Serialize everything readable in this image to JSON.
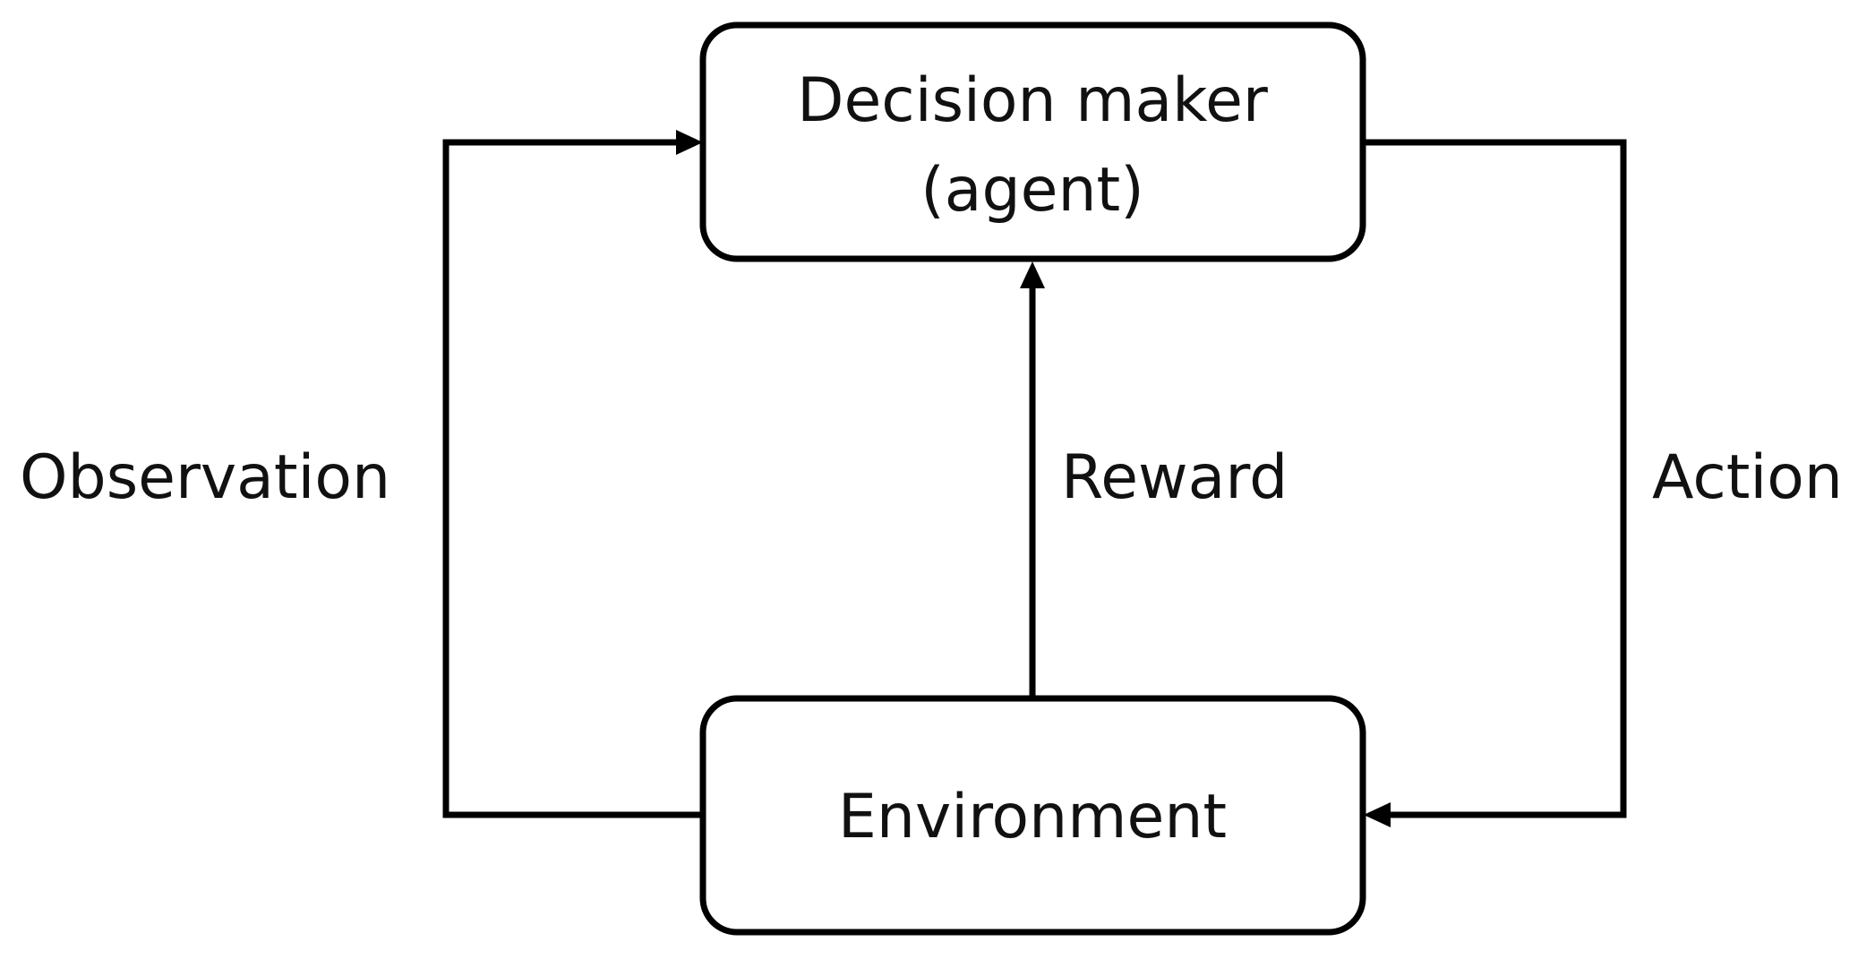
{
  "nodes": {
    "agent": {
      "line1": "Decision maker",
      "line2": "(agent)"
    },
    "environment": {
      "label": "Environment"
    }
  },
  "edges": {
    "observation": "Observation",
    "reward": "Reward",
    "action": "Action"
  },
  "colors": {
    "stroke": "#000000",
    "text": "#111111",
    "background": "#ffffff"
  }
}
